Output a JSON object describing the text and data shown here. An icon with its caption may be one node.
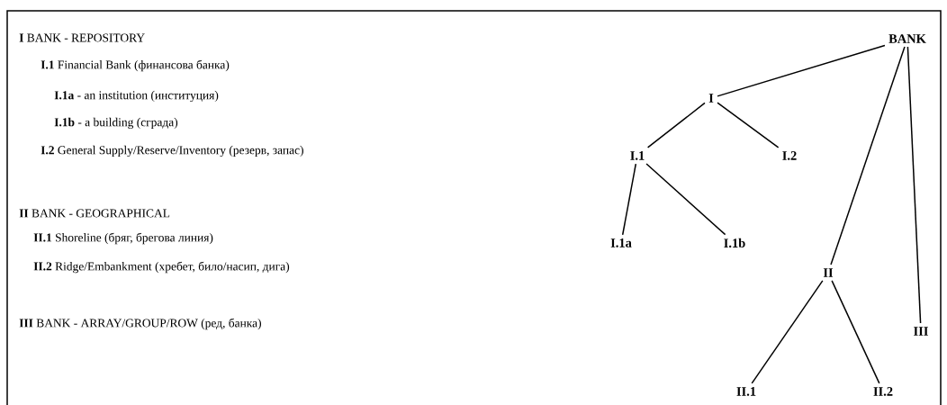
{
  "diagram": {
    "nodes": [
      {
        "text": [
          "BANK"
        ]
      },
      {
        "text": [
          "I"
        ]
      },
      {
        "text": [
          "I.1"
        ]
      },
      {
        "text": [
          "I.2"
        ]
      },
      {
        "text": [
          "I.1a"
        ]
      },
      {
        "text": [
          "I.1b"
        ]
      },
      {
        "text": [
          "II"
        ]
      },
      {
        "text": [
          "III"
        ]
      },
      {
        "text": [
          "II.1"
        ]
      },
      {
        "text": [
          "II.2"
        ]
      }
    ],
    "edges": [
      {
        "from": 0,
        "to": 1,
        "arrow": "none"
      },
      {
        "from": 0,
        "to": 6,
        "arrow": "none"
      },
      {
        "from": 0,
        "to": 7,
        "arrow": "none"
      },
      {
        "from": 1,
        "to": 2,
        "arrow": "none"
      },
      {
        "from": 1,
        "to": 3,
        "arrow": "none"
      },
      {
        "from": 2,
        "to": 4,
        "arrow": "none"
      },
      {
        "from": 2,
        "to": 5,
        "arrow": "none"
      },
      {
        "from": 6,
        "to": 8,
        "arrow": "none"
      },
      {
        "from": 6,
        "to": 9,
        "arrow": "none"
      }
    ],
    "labels": [
      "**I** BANK - REPOSITORY",
      "**I.1** Financial Bank (финансова банка)",
      "**I.1a** - an institution (институция)",
      "**I.1b** - a building (сграда)",
      "**I.2** General Supply/Reserve/Inventory (резерв, запас)",
      "**II** BANK - GEOGRAPHICAL",
      "**II.1** Shoreline (бряг, брегова линия)",
      "**II.2** Ridge/Embankment (хребет, било/насип, дига)",
      "**III** BANK - ARRAY/GROUP/ROW (ред, банка)"
    ]
  }
}
